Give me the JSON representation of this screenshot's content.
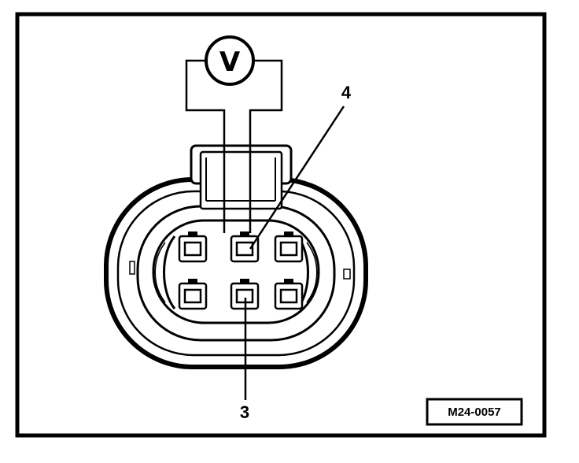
{
  "diagram": {
    "meter": {
      "symbol": "V",
      "icon": "voltmeter-icon"
    },
    "callouts": [
      {
        "id": "pin-4",
        "label": "4"
      },
      {
        "id": "pin-3",
        "label": "3"
      }
    ],
    "reference_code": "M24-0057",
    "colors": {
      "ink": "#000000",
      "paper": "#ffffff"
    }
  }
}
